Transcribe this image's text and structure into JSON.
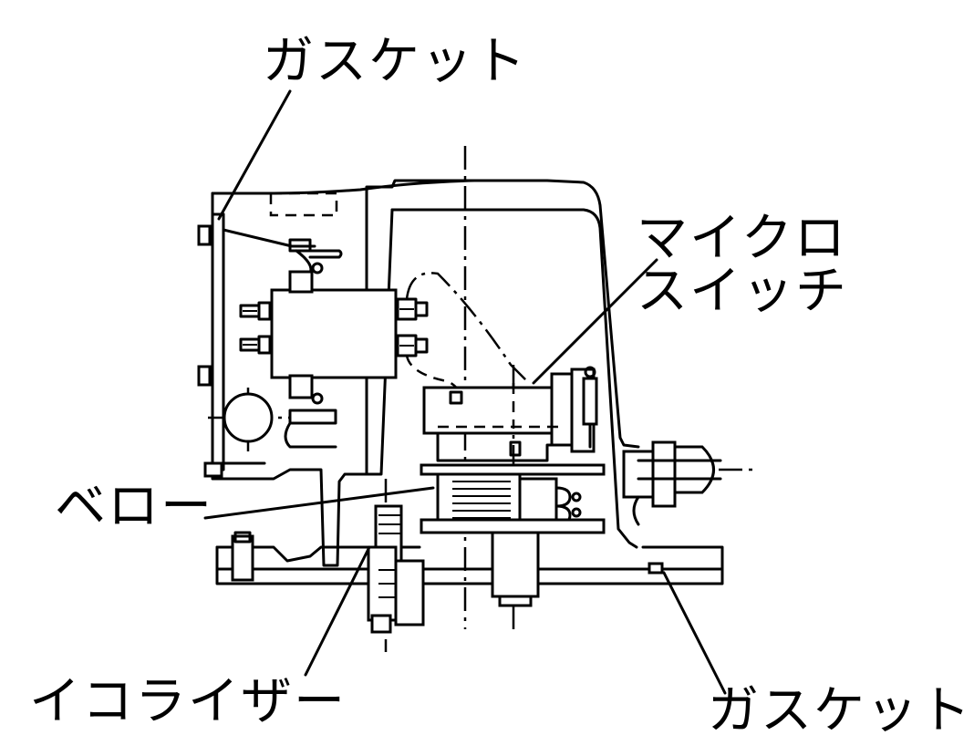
{
  "labels": {
    "gasket_top": "ガスケット",
    "micro_switch_line1": "マイクロ",
    "micro_switch_line2": "スイッチ",
    "bellows": "ベロー",
    "equalizer": "イコライザー",
    "gasket_bottom": "ガスケット"
  }
}
